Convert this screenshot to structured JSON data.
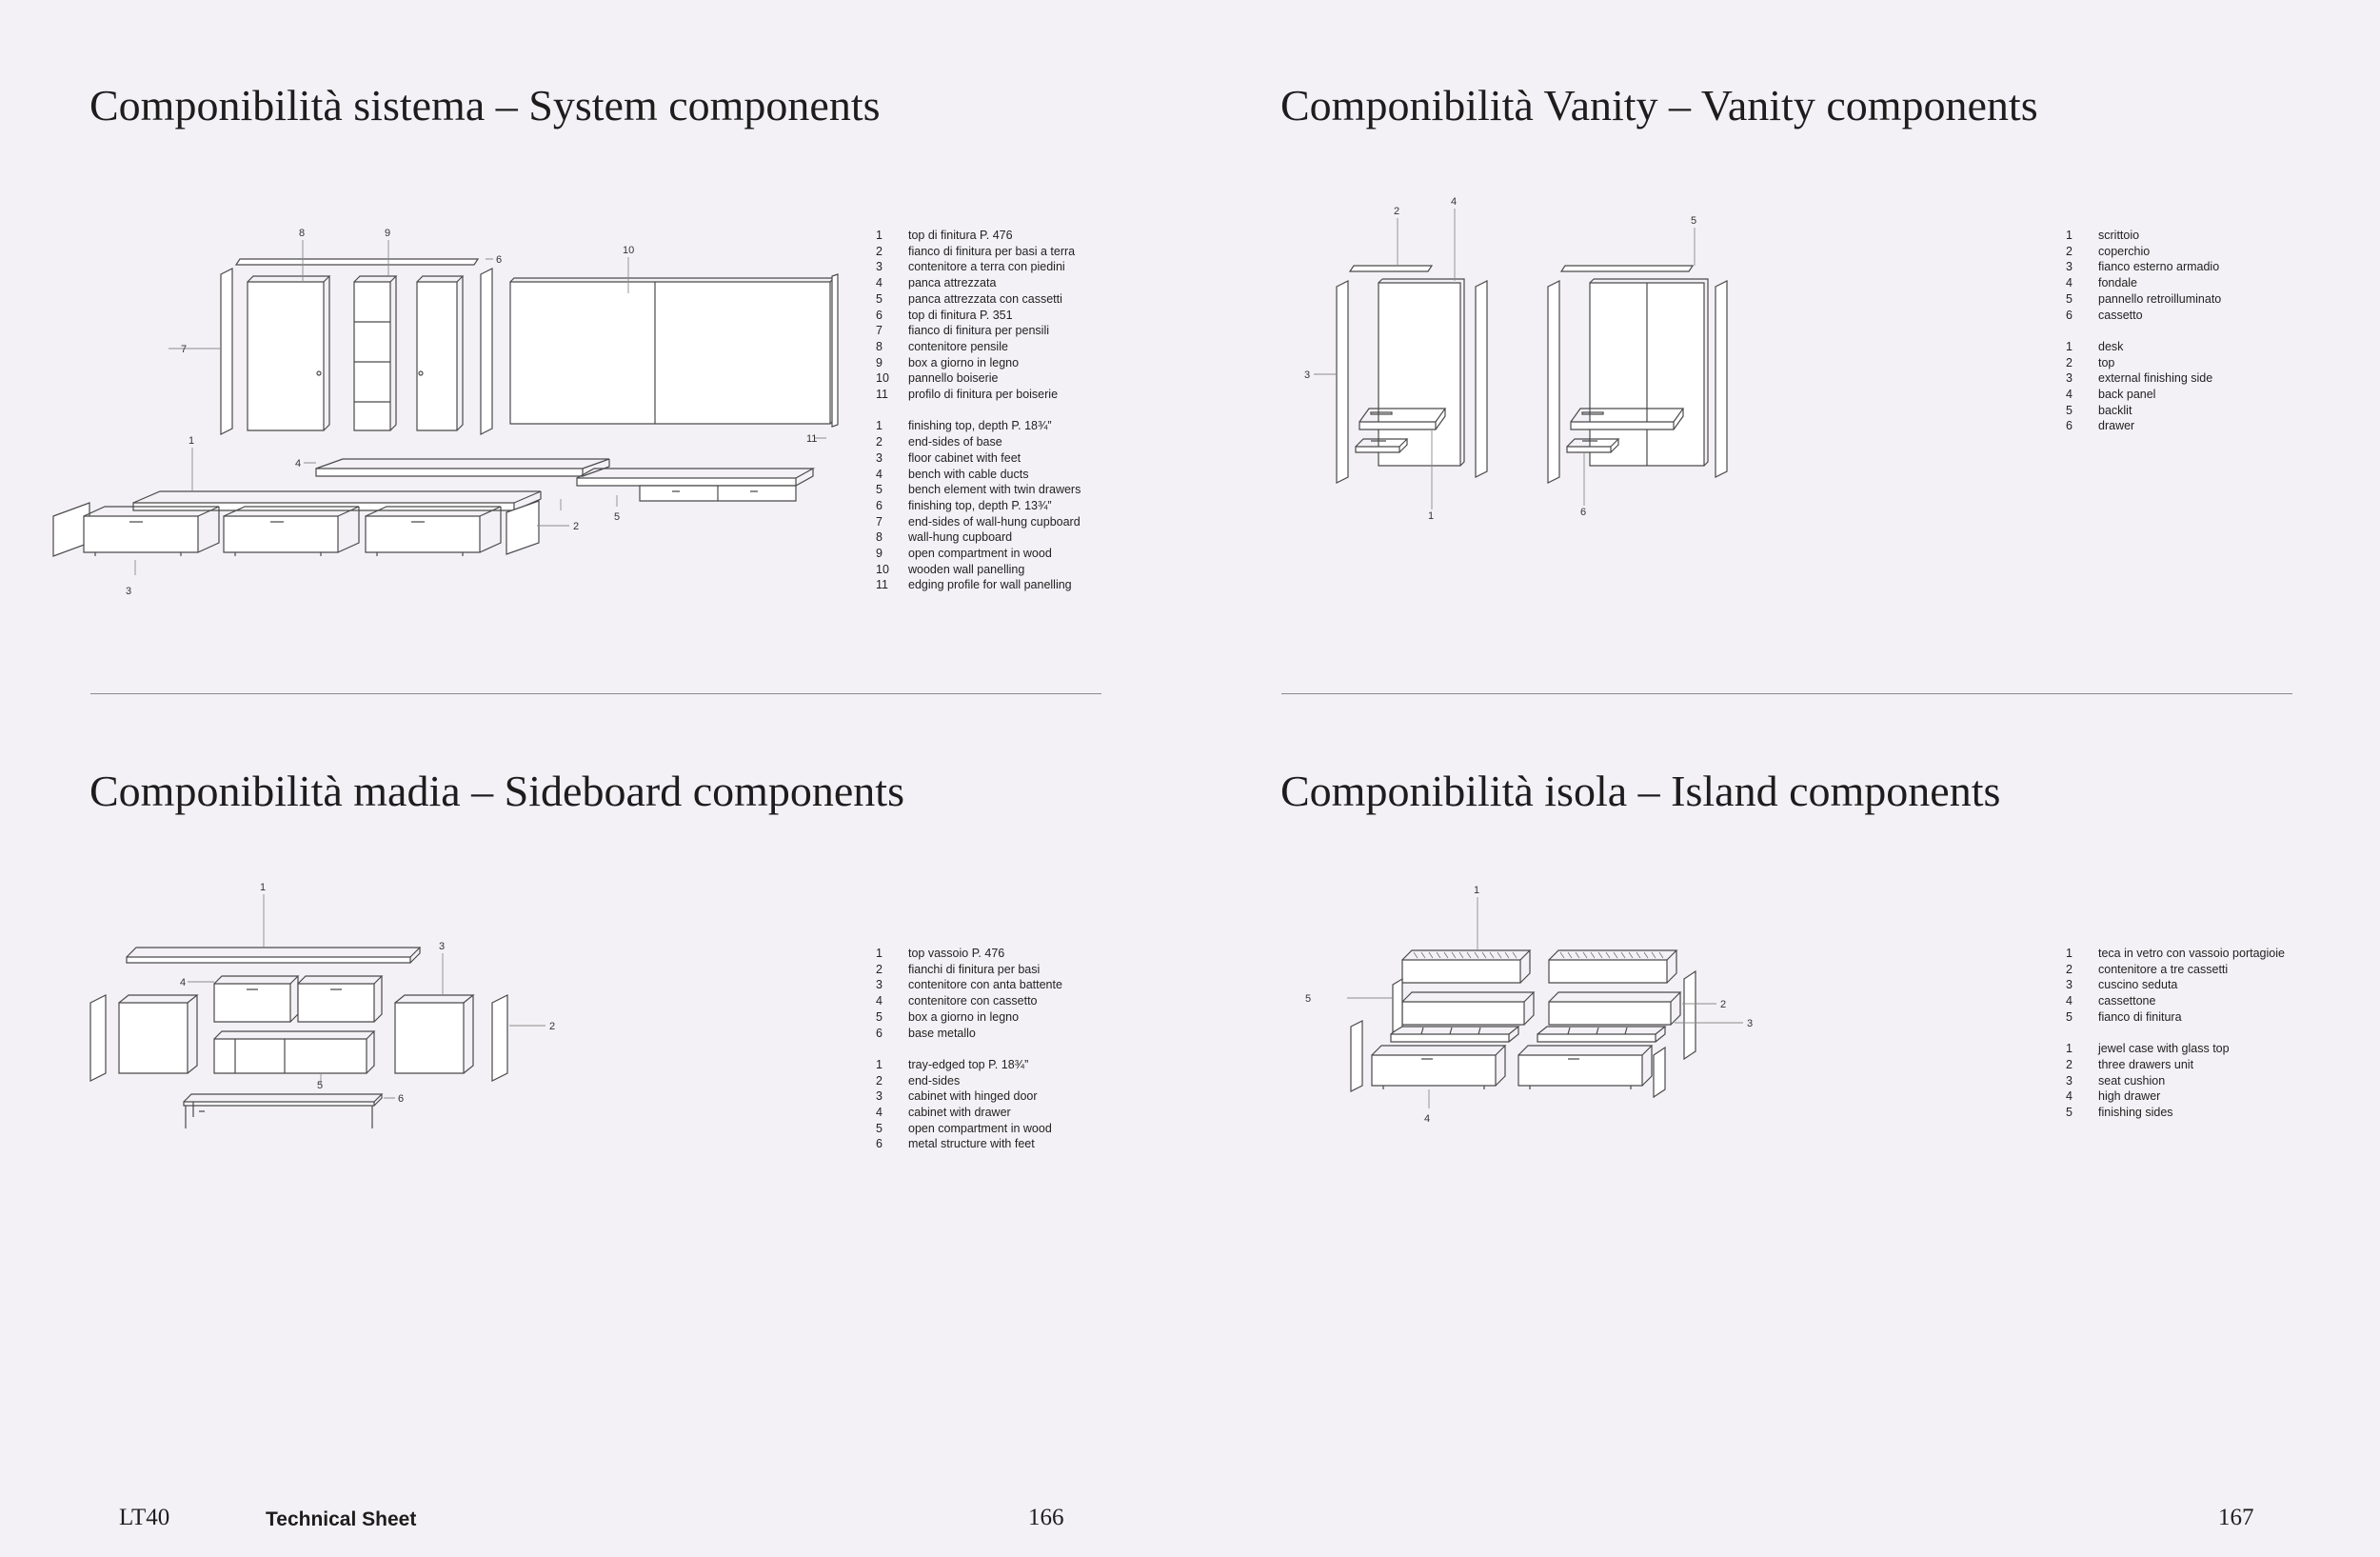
{
  "sections": {
    "system": {
      "title": "Componibilità sistema – System components",
      "italian": [
        "top di finitura P. 476",
        "fianco di finitura per basi a terra",
        "contenitore a terra con piedini",
        "panca attrezzata",
        "panca attrezzata con cassetti",
        "top di finitura P. 351",
        "fianco di finitura per pensili",
        "contenitore pensile",
        "box a giorno in legno",
        "pannello boiserie",
        "profilo di finitura per boiserie"
      ],
      "english": [
        "finishing top, depth P. 18¾”",
        "end-sides of base",
        "floor cabinet with feet",
        "bench with cable ducts",
        "bench element with twin drawers",
        "finishing top, depth P. 13¾”",
        "end-sides of wall-hung cupboard",
        "wall-hung cupboard",
        "open compartment in wood",
        "wooden wall panelling",
        "edging profile for wall panelling"
      ]
    },
    "vanity": {
      "title": "Componibilità Vanity – Vanity components",
      "italian": [
        "scrittoio",
        "coperchio",
        "fianco esterno armadio",
        "fondale",
        "pannello retroilluminato",
        "cassetto"
      ],
      "english": [
        "desk",
        "top",
        "external finishing side",
        "back panel",
        "backlit",
        "drawer"
      ]
    },
    "sideboard": {
      "title": "Componibilità madia – Sideboard components",
      "italian": [
        "top vassoio P. 476",
        "fianchi di finitura per basi",
        "contenitore con anta battente",
        "contenitore con cassetto",
        "box a giorno in legno",
        "base metallo"
      ],
      "english": [
        "tray-edged top P. 18¾”",
        "end-sides",
        "cabinet with hinged door",
        "cabinet with drawer",
        "open compartment in wood",
        "metal structure with feet"
      ]
    },
    "island": {
      "title": "Componibilità isola – Island components",
      "italian": [
        "teca in vetro con vassoio portagioie",
        "contenitore a tre cassetti",
        "cuscino seduta",
        "cassettone",
        "fianco di finitura"
      ],
      "english": [
        "jewel case with glass top",
        "three drawers unit",
        "seat cushion",
        "high drawer",
        "finishing sides"
      ]
    }
  },
  "footer": {
    "brand": "LT40",
    "section": "Technical Sheet",
    "page_left": "166",
    "page_right": "167"
  }
}
